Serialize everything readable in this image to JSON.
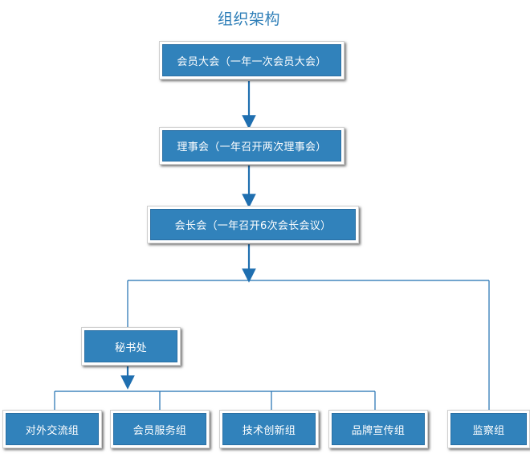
{
  "title": "组织架构",
  "nodes": {
    "general_assembly": "会员大会（一年一次会员大会）",
    "council": "理事会（一年召开两次理事会）",
    "president_meeting": "会长会（一年召开6次会长会议）",
    "secretariat": "秘书处",
    "external_exchange": "对外交流组",
    "member_service": "会员服务组",
    "tech_innovation": "技术创新组",
    "brand_promotion": "品牌宣传组",
    "supervision": "监察组"
  },
  "colors": {
    "node_fill": "#3182bb",
    "node_text": "#ffffff",
    "line": "#1f6fb0",
    "title": "#2f7fb8"
  }
}
